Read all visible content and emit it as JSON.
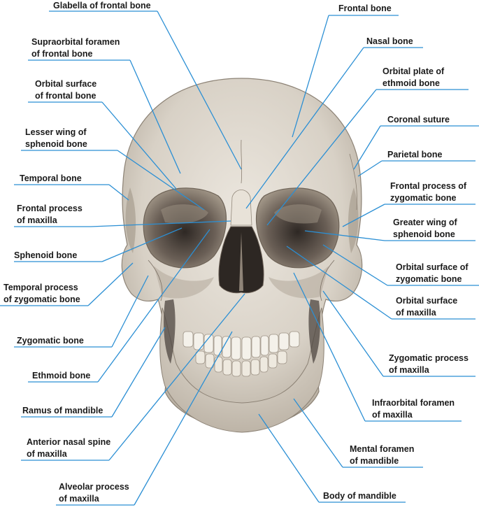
{
  "labels": {
    "glabella": [
      "Glabella of frontal bone"
    ],
    "supraorbital": [
      "Supraorbital foramen",
      "of frontal bone"
    ],
    "orbital_surface_frontal": [
      "Orbital surface",
      "of frontal bone"
    ],
    "lesser_wing": [
      "Lesser wing of",
      "sphenoid bone"
    ],
    "temporal_bone": [
      "Temporal bone"
    ],
    "frontal_process_maxilla": [
      "Frontal process",
      "of maxilla"
    ],
    "sphenoid_bone": [
      "Sphenoid bone"
    ],
    "temporal_process_zygomatic": [
      "Temporal process",
      "of zygomatic bone"
    ],
    "zygomatic_bone": [
      "Zygomatic bone"
    ],
    "ethmoid_bone": [
      "Ethmoid bone"
    ],
    "ramus_mandible": [
      "Ramus of mandible"
    ],
    "anterior_nasal_spine": [
      "Anterior nasal spine",
      "of maxilla"
    ],
    "alveolar_process": [
      "Alveolar process",
      "of maxilla"
    ],
    "frontal_bone": [
      "Frontal bone"
    ],
    "nasal_bone": [
      "Nasal bone"
    ],
    "orbital_plate_ethmoid": [
      "Orbital plate of",
      "ethmoid bone"
    ],
    "coronal_suture": [
      "Coronal suture"
    ],
    "parietal_bone": [
      "Parietal bone"
    ],
    "frontal_process_zygomatic": [
      "Frontal process of",
      "zygomatic bone"
    ],
    "greater_wing": [
      "Greater wing of",
      "sphenoid bone"
    ],
    "orbital_surface_zygomatic": [
      "Orbital surface of",
      "zygomatic bone"
    ],
    "orbital_surface_maxilla": [
      "Orbital surface",
      "of maxilla"
    ],
    "zygomatic_process_maxilla": [
      "Zygomatic process",
      "of maxilla"
    ],
    "infraorbital_foramen": [
      "Infraorbital foramen",
      "of maxilla"
    ],
    "mental_foramen": [
      "Mental foramen",
      "of mandible"
    ],
    "body_mandible": [
      "Body of mandible"
    ]
  },
  "colors": {
    "leader": "#2b8fd4",
    "bone": "#d9d3c9",
    "shadow": "#5a5048"
  }
}
